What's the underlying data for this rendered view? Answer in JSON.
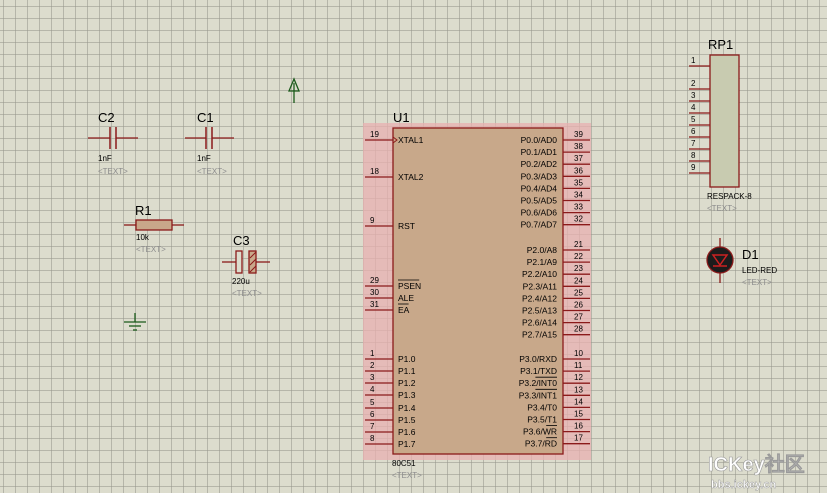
{
  "schematic": {
    "components": {
      "c2": {
        "ref": "C2",
        "value": "1nF",
        "text": "<TEXT>"
      },
      "c1": {
        "ref": "C1",
        "value": "1nF",
        "text": "<TEXT>"
      },
      "r1": {
        "ref": "R1",
        "value": "10k",
        "text": "<TEXT>"
      },
      "c3": {
        "ref": "C3",
        "value": "220u",
        "text": "<TEXT>"
      },
      "u1": {
        "ref": "U1",
        "value": "80C51",
        "text": "<TEXT>",
        "left_pins": [
          {
            "num": "19",
            "name": "XTAL1"
          },
          {
            "num": "18",
            "name": "XTAL2"
          },
          {
            "num": "9",
            "name": "RST"
          },
          {
            "num": "29",
            "name": "PSEN"
          },
          {
            "num": "30",
            "name": "ALE"
          },
          {
            "num": "31",
            "name": "EA"
          },
          {
            "num": "1",
            "name": "P1.0"
          },
          {
            "num": "2",
            "name": "P1.1"
          },
          {
            "num": "3",
            "name": "P1.2"
          },
          {
            "num": "4",
            "name": "P1.3"
          },
          {
            "num": "5",
            "name": "P1.4"
          },
          {
            "num": "6",
            "name": "P1.5"
          },
          {
            "num": "7",
            "name": "P1.6"
          },
          {
            "num": "8",
            "name": "P1.7"
          }
        ],
        "right_pins": [
          {
            "num": "39",
            "name": "P0.0/AD0"
          },
          {
            "num": "38",
            "name": "P0.1/AD1"
          },
          {
            "num": "37",
            "name": "P0.2/AD2"
          },
          {
            "num": "36",
            "name": "P0.3/AD3"
          },
          {
            "num": "35",
            "name": "P0.4/AD4"
          },
          {
            "num": "34",
            "name": "P0.5/AD5"
          },
          {
            "num": "33",
            "name": "P0.6/AD6"
          },
          {
            "num": "32",
            "name": "P0.7/AD7"
          },
          {
            "num": "21",
            "name": "P2.0/A8"
          },
          {
            "num": "22",
            "name": "P2.1/A9"
          },
          {
            "num": "23",
            "name": "P2.2/A10"
          },
          {
            "num": "24",
            "name": "P2.3/A11"
          },
          {
            "num": "25",
            "name": "P2.4/A12"
          },
          {
            "num": "26",
            "name": "P2.5/A13"
          },
          {
            "num": "27",
            "name": "P2.6/A14"
          },
          {
            "num": "28",
            "name": "P2.7/A15"
          },
          {
            "num": "10",
            "name": "P3.0/RXD"
          },
          {
            "num": "11",
            "name": "P3.1/TXD"
          },
          {
            "num": "12",
            "name": "P3.2/INT0"
          },
          {
            "num": "13",
            "name": "P3.3/INT1"
          },
          {
            "num": "14",
            "name": "P3.4/T0"
          },
          {
            "num": "15",
            "name": "P3.5/T1"
          },
          {
            "num": "16",
            "name": "P3.6/WR"
          },
          {
            "num": "17",
            "name": "P3.7/RD"
          }
        ]
      },
      "rp1": {
        "ref": "RP1",
        "value": "RESPACK-8",
        "text": "<TEXT>",
        "pins": [
          "1",
          "2",
          "3",
          "4",
          "5",
          "6",
          "7",
          "8",
          "9"
        ]
      },
      "d1": {
        "ref": "D1",
        "value": "LED-RED",
        "text": "<TEXT>"
      }
    },
    "symbols": {
      "power_terminal": "power-arrow-icon",
      "ground_terminal": "ground-icon"
    },
    "watermark": {
      "brand": "ICKey社区",
      "url": "bbs.ickey.cn"
    }
  },
  "colors": {
    "background": "#dcdccd",
    "grid": "#96968c",
    "component_red": "#8b1a1a",
    "chip_fill": "#c8a88a",
    "chip_highlight": "#e8b0b0",
    "respack_fill": "#c8cbb0",
    "ground_green": "#1a5a1a",
    "label_text": "#000000",
    "placeholder_text": "#8c8c8c"
  }
}
